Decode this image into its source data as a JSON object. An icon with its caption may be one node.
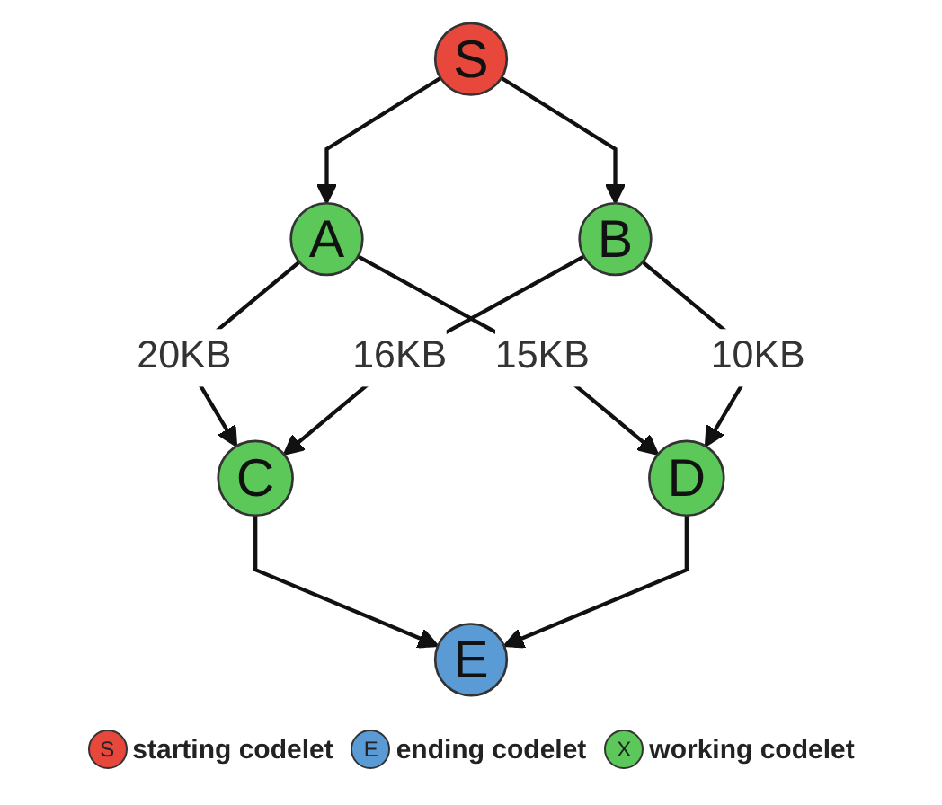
{
  "diagram": {
    "nodes": [
      {
        "text": [
          "S"
        ]
      },
      {
        "text": [
          "A"
        ]
      },
      {
        "text": [
          "B"
        ]
      },
      {
        "text": [
          "C"
        ]
      },
      {
        "text": [
          "D"
        ]
      },
      {
        "text": [
          "E"
        ]
      }
    ],
    "edges": [
      {
        "from": 0,
        "to": 1,
        "arrow": "to"
      },
      {
        "from": 0,
        "to": 2,
        "arrow": "to"
      },
      {
        "from": 1,
        "to": 3,
        "arrow": "to",
        "label": "20KB"
      },
      {
        "from": 1,
        "to": 4,
        "arrow": "to",
        "label": "15KB"
      },
      {
        "from": 2,
        "to": 3,
        "arrow": "to",
        "label": "16KB"
      },
      {
        "from": 2,
        "to": 4,
        "arrow": "to",
        "label": "10KB"
      },
      {
        "from": 3,
        "to": 5,
        "arrow": "to"
      },
      {
        "from": 4,
        "to": 5,
        "arrow": "to"
      }
    ],
    "labels": [
      "S",
      "E",
      "X"
    ],
    "legend": [
      {
        "text": "starting codelet",
        "color": "#e8473c"
      },
      {
        "text": "ending codelet",
        "color": "#5b9bd5"
      },
      {
        "text": "working codelet",
        "color": "#5cc85a"
      }
    ]
  }
}
